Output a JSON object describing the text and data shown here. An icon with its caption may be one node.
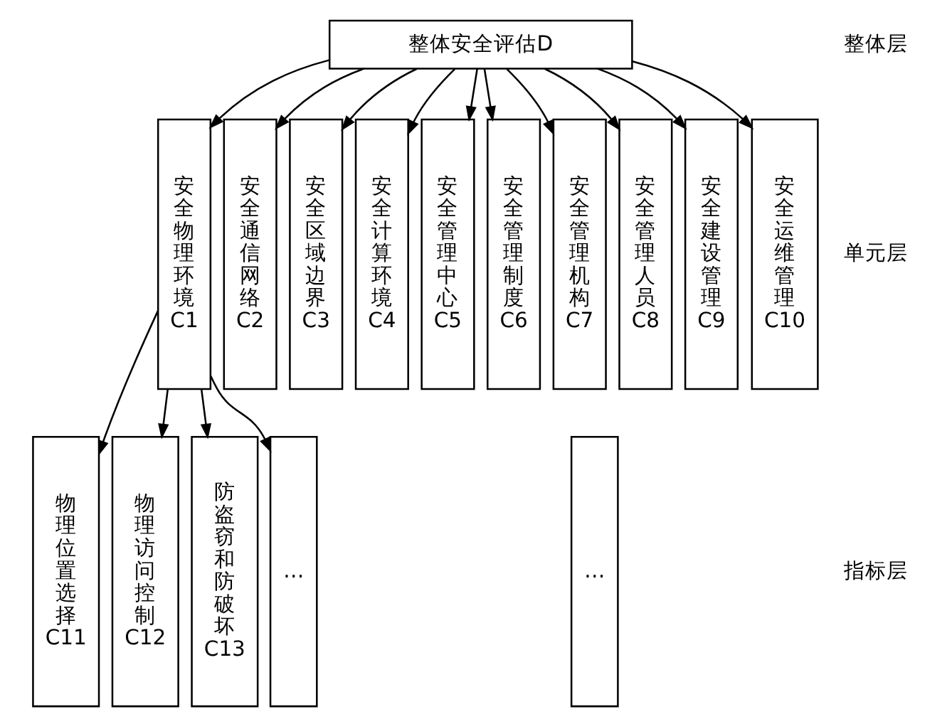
{
  "diagram": {
    "nodes": [
      {
        "text": [
          "整体安全评估D"
        ]
      },
      {
        "text": [
          "安全物理环境C1"
        ]
      },
      {
        "text": [
          "安全通信网络C2"
        ]
      },
      {
        "text": [
          "安全区域边界C3"
        ]
      },
      {
        "text": [
          "安全计算环境C4"
        ]
      },
      {
        "text": [
          "安全管理中心C5"
        ]
      },
      {
        "text": [
          "安全管理制度C6"
        ]
      },
      {
        "text": [
          "安全管理机构C7"
        ]
      },
      {
        "text": [
          "安全管理人员C8"
        ]
      },
      {
        "text": [
          "安全建设管理C9"
        ]
      },
      {
        "text": [
          "安全运维管理C10"
        ]
      },
      {
        "text": [
          "物理位置选择C11"
        ]
      },
      {
        "text": [
          "物理访问控制C12"
        ]
      },
      {
        "text": [
          "防盗窃和防破坏C13"
        ]
      },
      {
        "text": [
          "…"
        ]
      },
      {
        "text": [
          "…"
        ]
      }
    ],
    "edges": [
      {
        "from": 0,
        "to": 1,
        "arrow": "to"
      },
      {
        "from": 0,
        "to": 2,
        "arrow": "to"
      },
      {
        "from": 0,
        "to": 3,
        "arrow": "to"
      },
      {
        "from": 0,
        "to": 4,
        "arrow": "to"
      },
      {
        "from": 0,
        "to": 5,
        "arrow": "to"
      },
      {
        "from": 0,
        "to": 6,
        "arrow": "to"
      },
      {
        "from": 0,
        "to": 7,
        "arrow": "to"
      },
      {
        "from": 0,
        "to": 8,
        "arrow": "to"
      },
      {
        "from": 0,
        "to": 9,
        "arrow": "to"
      },
      {
        "from": 0,
        "to": 10,
        "arrow": "to"
      },
      {
        "from": 1,
        "to": 11,
        "arrow": "to"
      },
      {
        "from": 1,
        "to": 12,
        "arrow": "to"
      },
      {
        "from": 1,
        "to": 13,
        "arrow": "to"
      },
      {
        "from": 1,
        "to": 14,
        "arrow": "to"
      }
    ],
    "labels": [
      "整体层",
      "单元层",
      "指标层"
    ]
  }
}
